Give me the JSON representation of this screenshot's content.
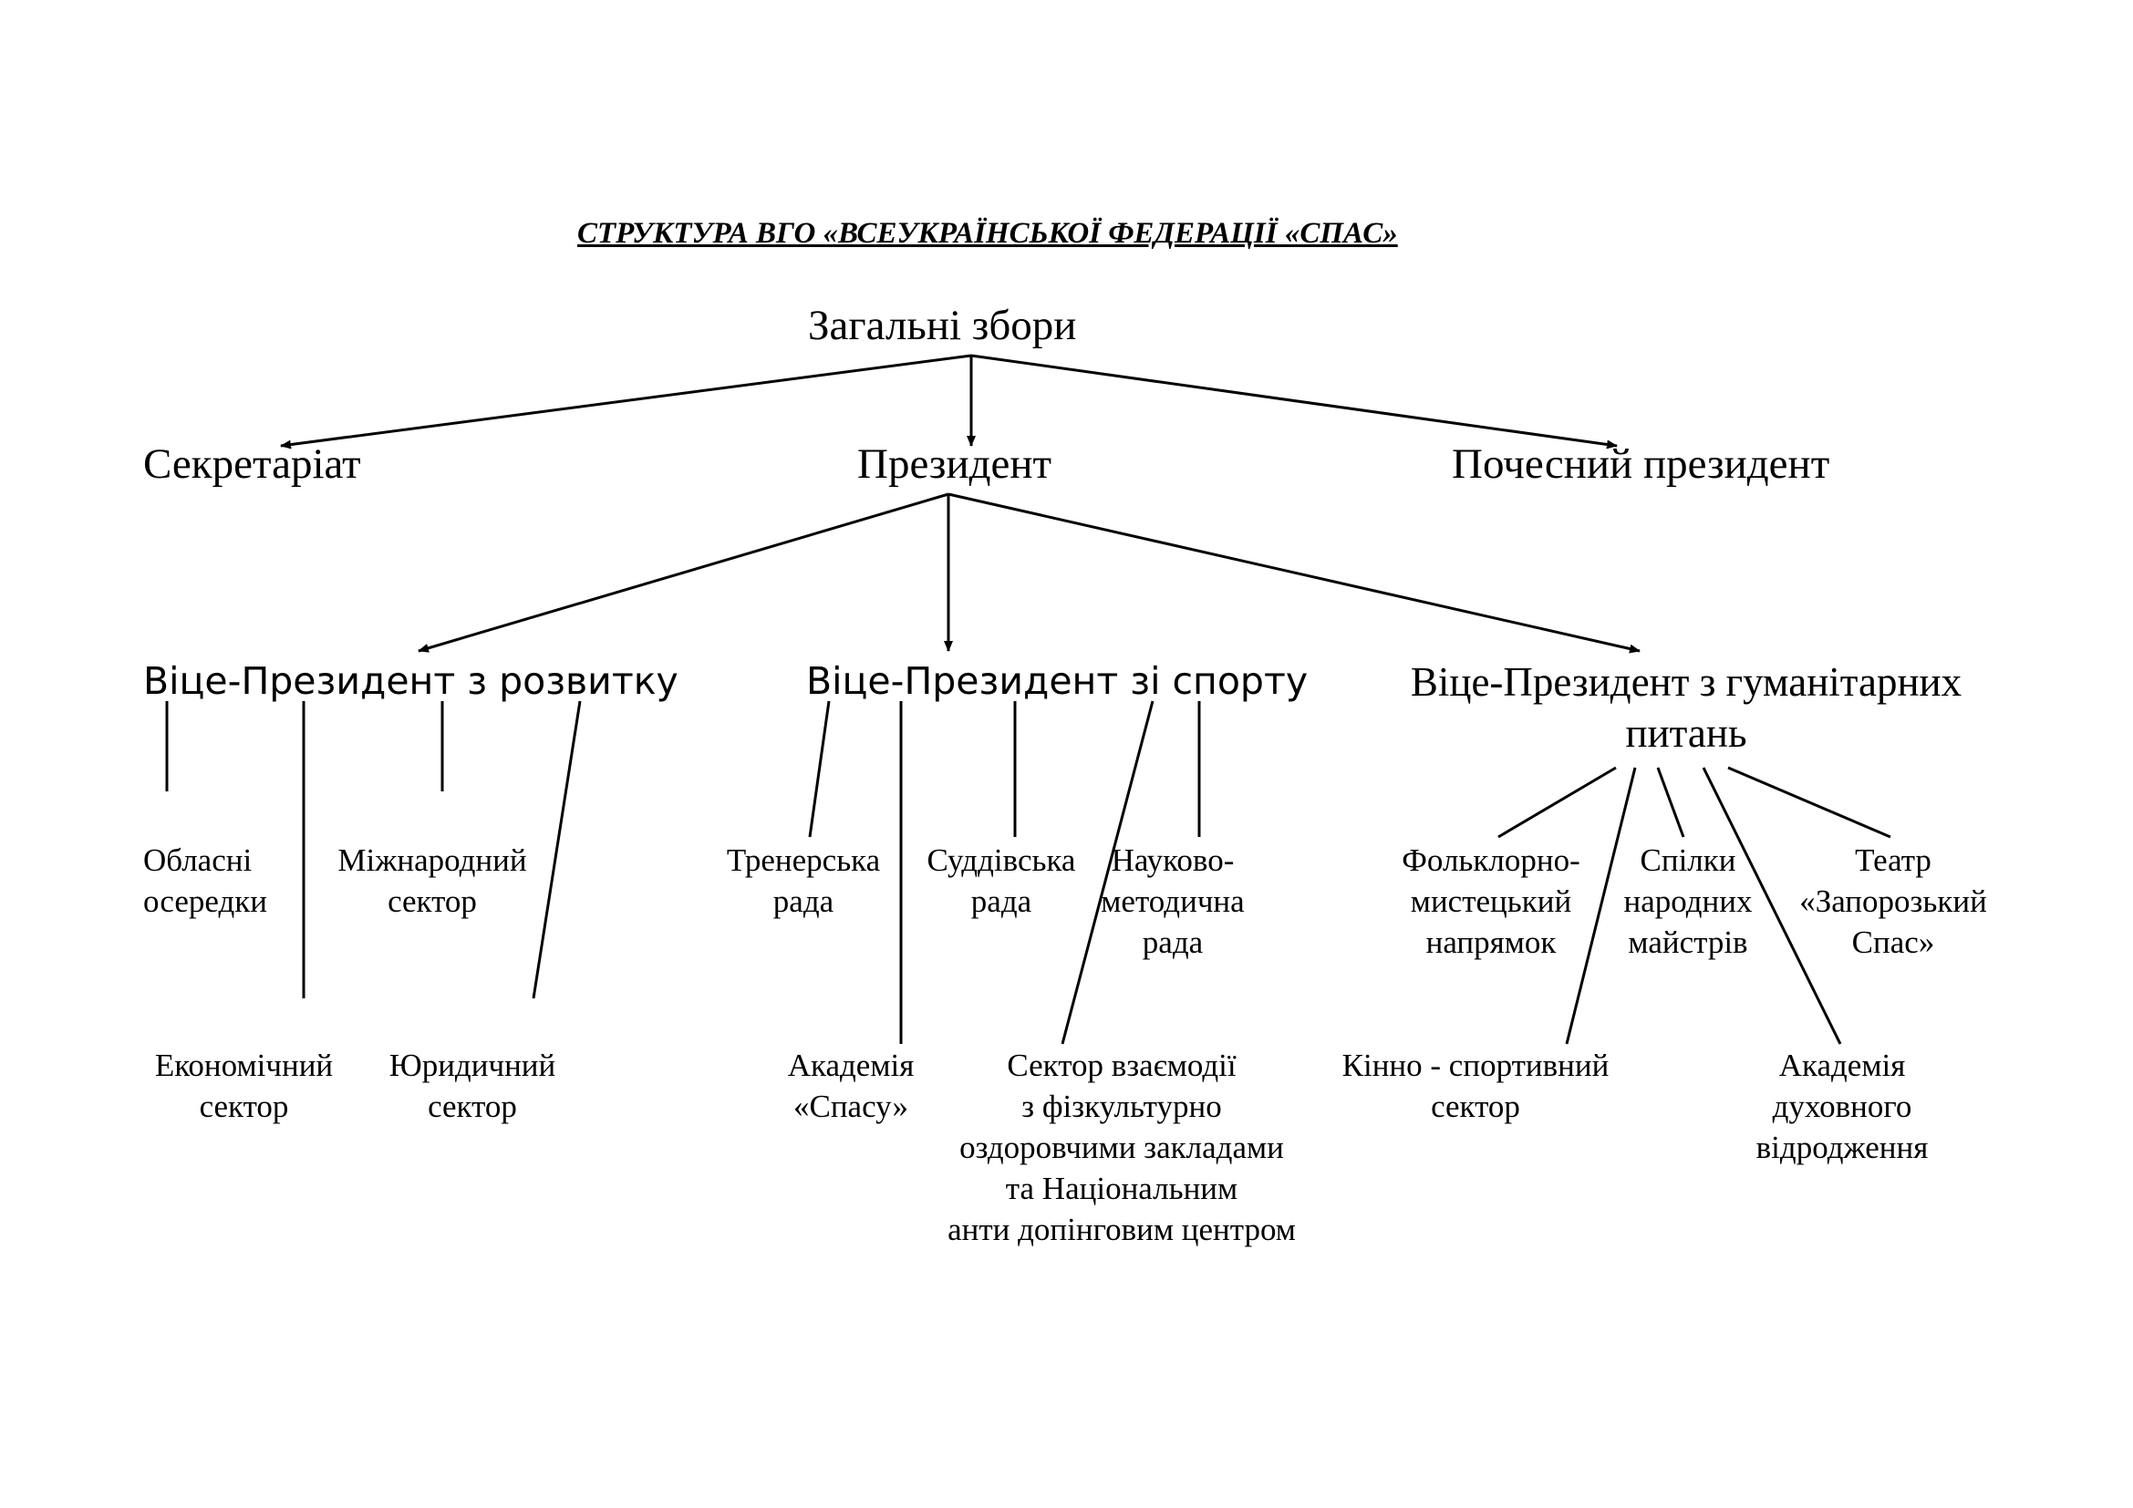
{
  "title": "СТРУКТУРА ВГО «ВСЕУКРАЇНСЬКОЇ ФЕДЕРАЦІЇ «СПАС»",
  "nodes": {
    "general_assembly": "Загальні збори",
    "secretariat": "Секретаріат",
    "president": "Президент",
    "honorary_president": "Почесний президент",
    "vp_development": "Віце-Президент з розвитку",
    "vp_sport": "Віце-Президент зі спорту",
    "vp_humanitarian_1": "Віце-Президент з гуманітарних",
    "vp_humanitarian_2": "питань",
    "regional_1": "Обласні",
    "regional_2": "осередки",
    "international_1": "Міжнародний",
    "international_2": "сектор",
    "economic_1": "Економічний",
    "economic_2": "сектор",
    "legal_1": "Юридичний",
    "legal_2": "сектор",
    "coach_1": "Тренерська",
    "coach_2": "рада",
    "judges_1": "Суддівська",
    "judges_2": "рада",
    "science_1": "Науково-",
    "science_2": "методична",
    "science_3": "рада",
    "academy_spas_1": "Академія",
    "academy_spas_2": "«Спасу»",
    "interaction_1": "Сектор взаємодії",
    "interaction_2": "з фізкультурно",
    "interaction_3": "оздоровчими закладами",
    "interaction_4": "та Національним",
    "interaction_5": "анти допінговим центром",
    "folk_1": "Фольклорно-",
    "folk_2": "мистецький",
    "folk_3": "напрямок",
    "crafts_1": "Спілки",
    "crafts_2": "народних",
    "crafts_3": "майстрів",
    "theatre_1": "Театр",
    "theatre_2": "«Запорозький",
    "theatre_3": "Спас»",
    "equestrian_1": "Кінно - спортивний",
    "equestrian_2": "сектор",
    "academy_spiritual_1": "Академія",
    "academy_spiritual_2": "духовного",
    "academy_spiritual_3": "відродження"
  }
}
